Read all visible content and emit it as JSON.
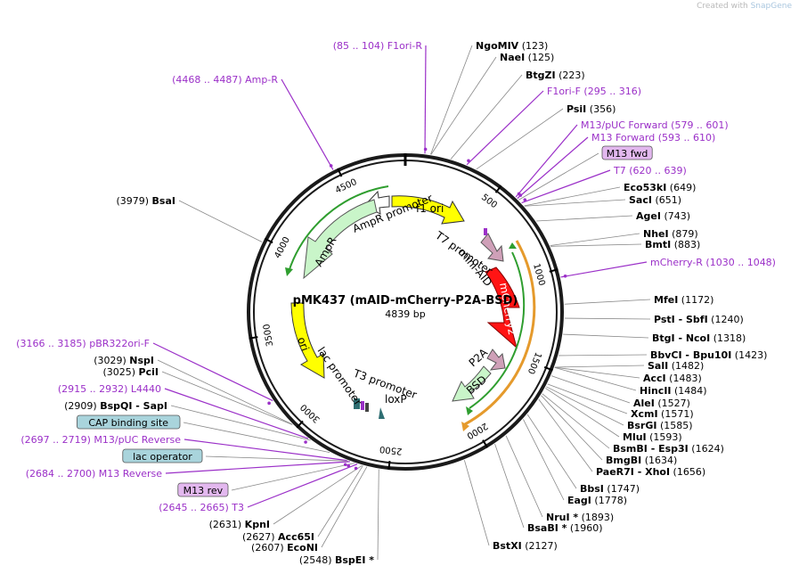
{
  "credit": {
    "prefix": "Created with",
    "brand": "SnapGene"
  },
  "plasmid": {
    "name": "pMK437 (mAID-mCherry-P2A-BSD)",
    "size_label": "4839 bp",
    "length": 4839
  },
  "colors": {
    "site": "#000000",
    "primer": "#9b30c8",
    "backbone": "#1a1a1a"
  },
  "ticks": [
    "500",
    "1000",
    "1500",
    "2000",
    "2500",
    "3000",
    "3500",
    "4000",
    "4500"
  ],
  "sites": [
    {
      "name": "NgoMIV",
      "pos": "(123)"
    },
    {
      "name": "NaeI",
      "pos": "(125)"
    },
    {
      "name": "BtgZI",
      "pos": "(223)"
    },
    {
      "name": "F1ori-F",
      "pos": "(295 .. 316)",
      "primer": true
    },
    {
      "name": "PsiI",
      "pos": "(356)"
    },
    {
      "name": "M13/pUC Forward",
      "pos": "(579 .. 601)",
      "primer": true
    },
    {
      "name": "M13 Forward",
      "pos": "(593 .. 610)",
      "primer": true
    },
    {
      "name": "M13 fwd",
      "pos": "",
      "box": "purple"
    },
    {
      "name": "T7",
      "pos": "(620 .. 639)",
      "primer": true
    },
    {
      "name": "Eco53kI",
      "pos": "(649)"
    },
    {
      "name": "SacI",
      "pos": "(651)"
    },
    {
      "name": "AgeI",
      "pos": "(743)"
    },
    {
      "name": "NheI",
      "pos": "(879)"
    },
    {
      "name": "BmtI",
      "pos": "(883)"
    },
    {
      "name": "mCherry-R",
      "pos": "(1030 .. 1048)",
      "primer": true
    },
    {
      "name": "MfeI",
      "pos": "(1172)"
    },
    {
      "name": "PstI  - SbfI",
      "pos": "(1240)"
    },
    {
      "name": "BtgI  - NcoI",
      "pos": "(1318)"
    },
    {
      "name": "BbvCI  - Bpu10I",
      "pos": "(1423)"
    },
    {
      "name": "SalI",
      "pos": "(1482)"
    },
    {
      "name": "AccI",
      "pos": "(1483)"
    },
    {
      "name": "HincII",
      "pos": "(1484)"
    },
    {
      "name": "AleI",
      "pos": "(1527)"
    },
    {
      "name": "XcmI",
      "pos": "(1571)"
    },
    {
      "name": "BsrGI",
      "pos": "(1585)"
    },
    {
      "name": "MluI",
      "pos": "(1593)"
    },
    {
      "name": "BsmBI  - Esp3I",
      "pos": "(1624)"
    },
    {
      "name": "BmgBI",
      "pos": "(1634)"
    },
    {
      "name": "PaeR7I  - XhoI",
      "pos": "(1656)"
    },
    {
      "name": "BbsI",
      "pos": "(1747)"
    },
    {
      "name": "EagI",
      "pos": "(1778)"
    },
    {
      "name": "NruI *",
      "pos": "(1893)"
    },
    {
      "name": "BsaBI *",
      "pos": "(1960)"
    },
    {
      "name": "BstXI",
      "pos": "(2127)"
    },
    {
      "name": "BspEI *",
      "pos": "(2548)"
    },
    {
      "name": "EcoNI",
      "pos": "(2607)"
    },
    {
      "name": "Acc65I",
      "pos": "(2627)"
    },
    {
      "name": "KpnI",
      "pos": "(2631)"
    },
    {
      "name": "T3",
      "pos": "(2645 .. 2665)",
      "primer": true
    },
    {
      "name": "M13 rev",
      "pos": "",
      "box": "purple"
    },
    {
      "name": "M13 Reverse",
      "pos": "(2684 .. 2700)",
      "primer": true
    },
    {
      "name": "lac operator",
      "pos": "",
      "box": "teal"
    },
    {
      "name": "M13/pUC Reverse",
      "pos": "(2697 .. 2719)",
      "primer": true
    },
    {
      "name": "CAP binding site",
      "pos": "",
      "box": "teal"
    },
    {
      "name": "BspQI  - SapI",
      "pos": "(2909)"
    },
    {
      "name": "L4440",
      "pos": "(2915 .. 2932)",
      "primer": true
    },
    {
      "name": "PciI",
      "pos": "(3025)"
    },
    {
      "name": "NspI",
      "pos": "(3029)"
    },
    {
      "name": "pBR322ori-F",
      "pos": "(3166 .. 3185)",
      "primer": true
    },
    {
      "name": "BsaI",
      "pos": "(3979)"
    },
    {
      "name": "Amp-R",
      "pos": "(4468 .. 4487)",
      "primer": true
    },
    {
      "name": "F1ori-R",
      "pos": "(85 .. 104)",
      "primer": true
    }
  ],
  "features": [
    {
      "name": "f1 ori"
    },
    {
      "name": "AmpR promoter"
    },
    {
      "name": "AmpR"
    },
    {
      "name": "ori"
    },
    {
      "name": "lac promoter"
    },
    {
      "name": "T3 promoter"
    },
    {
      "name": "loxP"
    },
    {
      "name": "T7 promoter"
    },
    {
      "name": "mini-AID"
    },
    {
      "name": "mCherry2"
    },
    {
      "name": "P2A"
    },
    {
      "name": "BSD"
    }
  ]
}
